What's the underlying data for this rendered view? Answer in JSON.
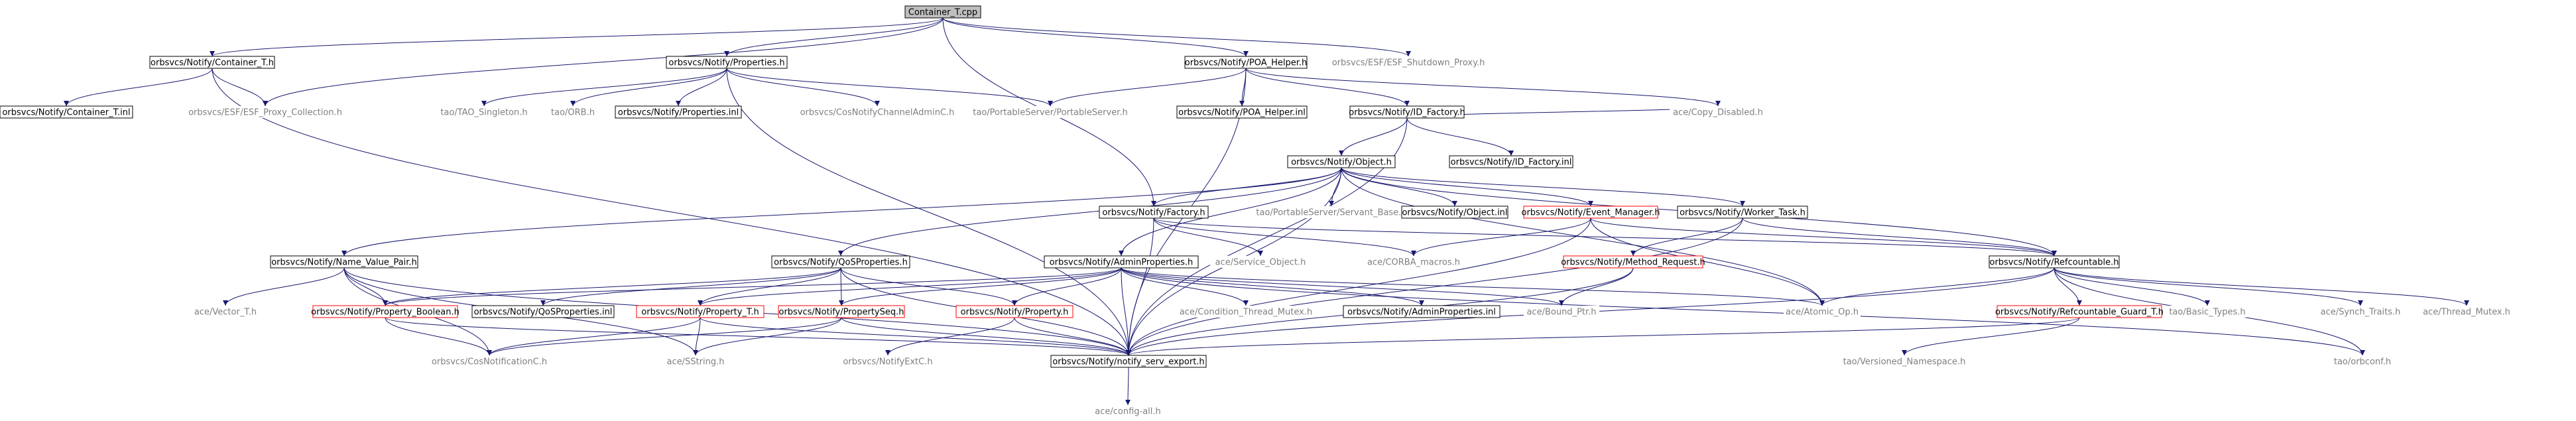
{
  "diagram": {
    "root": "Container_T.cpp",
    "colors": {
      "edge": "#191970",
      "root_fill": "#bfbfbf",
      "normal_border": "#000000",
      "truncated_border": "#ff0000",
      "external_text": "#7f7f7f",
      "text": "#000000",
      "box_fill": "#ffffff"
    },
    "nodes": [
      {
        "id": "root",
        "label": "Container_T.cpp",
        "kind": "root"
      },
      {
        "id": "n1",
        "label": "orbsvcs/Notify/Container_T.h",
        "kind": "normal"
      },
      {
        "id": "n2",
        "label": "orbsvcs/Notify/Properties.h",
        "kind": "normal"
      },
      {
        "id": "n3",
        "label": "orbsvcs/Notify/POA_Helper.h",
        "kind": "normal"
      },
      {
        "id": "n4",
        "label": "orbsvcs/ESF/ESF_Shutdown_Proxy.h",
        "kind": "external"
      },
      {
        "id": "n5",
        "label": "orbsvcs/Notify/Container_T.inl",
        "kind": "normal"
      },
      {
        "id": "n6",
        "label": "orbsvcs/ESF/ESF_Proxy_Collection.h",
        "kind": "external"
      },
      {
        "id": "n7",
        "label": "tao/TAO_Singleton.h",
        "kind": "external"
      },
      {
        "id": "n8",
        "label": "tao/ORB.h",
        "kind": "external"
      },
      {
        "id": "n9",
        "label": "orbsvcs/Notify/Properties.inl",
        "kind": "normal"
      },
      {
        "id": "n10",
        "label": "orbsvcs/CosNotifyChannelAdminC.h",
        "kind": "external"
      },
      {
        "id": "n11",
        "label": "tao/PortableServer/PortableServer.h",
        "kind": "external"
      },
      {
        "id": "n12",
        "label": "orbsvcs/Notify/POA_Helper.inl",
        "kind": "normal"
      },
      {
        "id": "n13",
        "label": "orbsvcs/Notify/ID_Factory.h",
        "kind": "normal"
      },
      {
        "id": "n14",
        "label": "ace/Copy_Disabled.h",
        "kind": "external"
      },
      {
        "id": "n15",
        "label": "orbsvcs/Notify/Object.h",
        "kind": "normal"
      },
      {
        "id": "n16",
        "label": "orbsvcs/Notify/ID_Factory.inl",
        "kind": "normal"
      },
      {
        "id": "n17",
        "label": "orbsvcs/Notify/Factory.h",
        "kind": "normal"
      },
      {
        "id": "n18",
        "label": "tao/PortableServer/Servant_Base.h",
        "kind": "external"
      },
      {
        "id": "n19",
        "label": "orbsvcs/Notify/Object.inl",
        "kind": "normal"
      },
      {
        "id": "n20",
        "label": "orbsvcs/Notify/Event_Manager.h",
        "kind": "truncated"
      },
      {
        "id": "n21",
        "label": "orbsvcs/Notify/Worker_Task.h",
        "kind": "normal"
      },
      {
        "id": "n22",
        "label": "orbsvcs/Notify/Name_Value_Pair.h",
        "kind": "normal"
      },
      {
        "id": "n23",
        "label": "orbsvcs/Notify/QoSProperties.h",
        "kind": "normal"
      },
      {
        "id": "n24",
        "label": "orbsvcs/Notify/AdminProperties.h",
        "kind": "normal"
      },
      {
        "id": "n25",
        "label": "ace/Service_Object.h",
        "kind": "external"
      },
      {
        "id": "n26",
        "label": "ace/CORBA_macros.h",
        "kind": "external"
      },
      {
        "id": "n27",
        "label": "orbsvcs/Notify/Method_Request.h",
        "kind": "truncated"
      },
      {
        "id": "n28",
        "label": "orbsvcs/Notify/Refcountable.h",
        "kind": "normal"
      },
      {
        "id": "n29",
        "label": "ace/Vector_T.h",
        "kind": "external"
      },
      {
        "id": "n30",
        "label": "orbsvcs/Notify/Property_Boolean.h",
        "kind": "truncated"
      },
      {
        "id": "n31",
        "label": "orbsvcs/Notify/QoSProperties.inl",
        "kind": "normal"
      },
      {
        "id": "n32",
        "label": "orbsvcs/Notify/Property_T.h",
        "kind": "truncated"
      },
      {
        "id": "n33",
        "label": "orbsvcs/Notify/PropertySeq.h",
        "kind": "truncated"
      },
      {
        "id": "n34",
        "label": "orbsvcs/Notify/Property.h",
        "kind": "truncated"
      },
      {
        "id": "n35",
        "label": "ace/Condition_Thread_Mutex.h",
        "kind": "external"
      },
      {
        "id": "n36",
        "label": "orbsvcs/Notify/AdminProperties.inl",
        "kind": "normal"
      },
      {
        "id": "n37",
        "label": "ace/Bound_Ptr.h",
        "kind": "external"
      },
      {
        "id": "n38",
        "label": "ace/Atomic_Op.h",
        "kind": "external"
      },
      {
        "id": "n39",
        "label": "orbsvcs/Notify/Refcountable_Guard_T.h",
        "kind": "truncated"
      },
      {
        "id": "n40",
        "label": "tao/Basic_Types.h",
        "kind": "external"
      },
      {
        "id": "n41",
        "label": "ace/Synch_Traits.h",
        "kind": "external"
      },
      {
        "id": "n42",
        "label": "ace/Thread_Mutex.h",
        "kind": "external"
      },
      {
        "id": "n43",
        "label": "orbsvcs/CosNotificationC.h",
        "kind": "external"
      },
      {
        "id": "n44",
        "label": "ace/SString.h",
        "kind": "external"
      },
      {
        "id": "n45",
        "label": "orbsvcs/NotifyExtC.h",
        "kind": "external"
      },
      {
        "id": "n46",
        "label": "orbsvcs/Notify/notify_serv_export.h",
        "kind": "normal"
      },
      {
        "id": "n47",
        "label": "tao/Versioned_Namespace.h",
        "kind": "external"
      },
      {
        "id": "n48",
        "label": "tao/orbconf.h",
        "kind": "external"
      },
      {
        "id": "n49",
        "label": "ace/config-all.h",
        "kind": "external"
      }
    ],
    "edges": [
      [
        "root",
        "n1"
      ],
      [
        "root",
        "n2"
      ],
      [
        "root",
        "n3"
      ],
      [
        "root",
        "n4"
      ],
      [
        "root",
        "n6"
      ],
      [
        "root",
        "n17"
      ],
      [
        "n1",
        "n5"
      ],
      [
        "n1",
        "n6"
      ],
      [
        "n1",
        "n46"
      ],
      [
        "n2",
        "n7"
      ],
      [
        "n2",
        "n8"
      ],
      [
        "n2",
        "n9"
      ],
      [
        "n2",
        "n10"
      ],
      [
        "n2",
        "n11"
      ],
      [
        "n2",
        "n46"
      ],
      [
        "n3",
        "n12"
      ],
      [
        "n3",
        "n13"
      ],
      [
        "n3",
        "n11"
      ],
      [
        "n3",
        "n14"
      ],
      [
        "n3",
        "n46"
      ],
      [
        "n13",
        "n15"
      ],
      [
        "n13",
        "n16"
      ],
      [
        "n13",
        "n14"
      ],
      [
        "n13",
        "n46"
      ],
      [
        "n15",
        "n17"
      ],
      [
        "n15",
        "n18"
      ],
      [
        "n15",
        "n19"
      ],
      [
        "n15",
        "n20"
      ],
      [
        "n15",
        "n21"
      ],
      [
        "n15",
        "n22"
      ],
      [
        "n15",
        "n23"
      ],
      [
        "n15",
        "n24"
      ],
      [
        "n15",
        "n28"
      ],
      [
        "n15",
        "n38"
      ],
      [
        "n15",
        "n46"
      ],
      [
        "n17",
        "n25"
      ],
      [
        "n17",
        "n26"
      ],
      [
        "n17",
        "n28"
      ],
      [
        "n17",
        "n46"
      ],
      [
        "n20",
        "n28"
      ],
      [
        "n20",
        "n26"
      ],
      [
        "n20",
        "n46"
      ],
      [
        "n20",
        "n38"
      ],
      [
        "n21",
        "n27"
      ],
      [
        "n21",
        "n28"
      ],
      [
        "n21",
        "n46"
      ],
      [
        "n27",
        "n37"
      ],
      [
        "n27",
        "n46"
      ],
      [
        "n22",
        "n29"
      ],
      [
        "n22",
        "n30"
      ],
      [
        "n22",
        "n43"
      ],
      [
        "n22",
        "n44"
      ],
      [
        "n22",
        "n46"
      ],
      [
        "n23",
        "n30"
      ],
      [
        "n23",
        "n31"
      ],
      [
        "n23",
        "n32"
      ],
      [
        "n23",
        "n33"
      ],
      [
        "n23",
        "n34"
      ],
      [
        "n23",
        "n46"
      ],
      [
        "n24",
        "n30"
      ],
      [
        "n24",
        "n32"
      ],
      [
        "n24",
        "n33"
      ],
      [
        "n24",
        "n34"
      ],
      [
        "n24",
        "n35"
      ],
      [
        "n24",
        "n36"
      ],
      [
        "n24",
        "n37"
      ],
      [
        "n24",
        "n38"
      ],
      [
        "n24",
        "n46"
      ],
      [
        "n24",
        "n48"
      ],
      [
        "n28",
        "n38"
      ],
      [
        "n28",
        "n39"
      ],
      [
        "n28",
        "n40"
      ],
      [
        "n28",
        "n41"
      ],
      [
        "n28",
        "n42"
      ],
      [
        "n28",
        "n46"
      ],
      [
        "n28",
        "n48"
      ],
      [
        "n39",
        "n47"
      ],
      [
        "n39",
        "n46"
      ],
      [
        "n30",
        "n43"
      ],
      [
        "n30",
        "n46"
      ],
      [
        "n32",
        "n43"
      ],
      [
        "n32",
        "n44"
      ],
      [
        "n32",
        "n46"
      ],
      [
        "n33",
        "n44"
      ],
      [
        "n33",
        "n43"
      ],
      [
        "n33",
        "n46"
      ],
      [
        "n34",
        "n45"
      ],
      [
        "n34",
        "n46"
      ],
      [
        "n46",
        "n49"
      ]
    ]
  }
}
